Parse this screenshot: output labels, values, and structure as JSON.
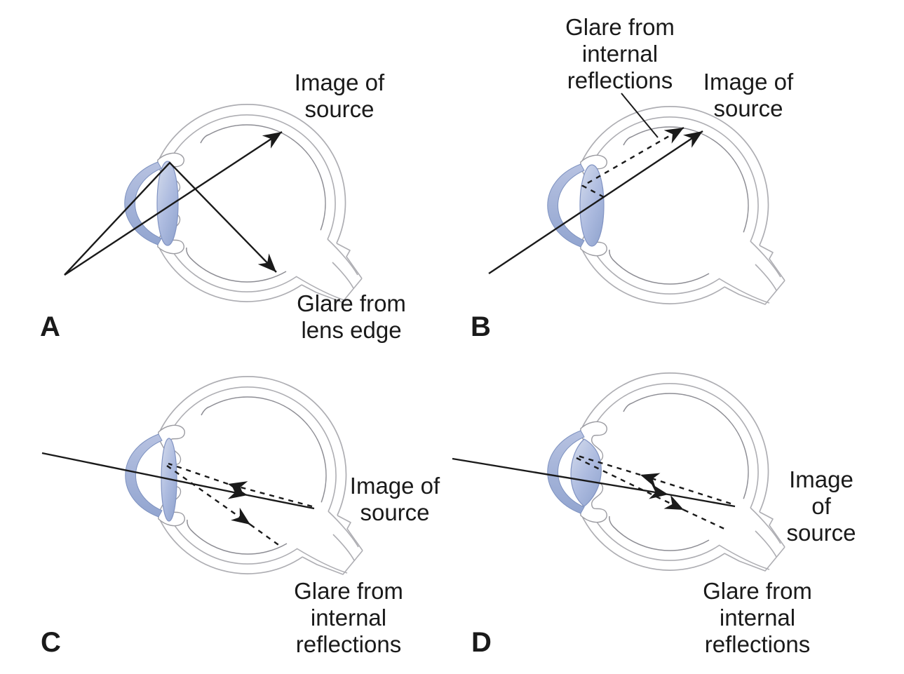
{
  "figure_title": "Glare from intraocular lens diagram (four-panel eye schematic)",
  "colors": {
    "background": "#ffffff",
    "text": "#1a1a1a",
    "eye_outline_gray": "#aeaeb3",
    "retina_gray": "#8d8d94",
    "cornea_fill_top": "#b7c2e1",
    "cornea_fill_bottom": "#92a5d0",
    "cornea_stroke": "#7e92c0",
    "lens_fill_light": "#d5dcec",
    "lens_fill_dark": "#93a6d0",
    "lens_stroke": "#8294c3",
    "ray_black": "#1a1a1a"
  },
  "panels": [
    {
      "letter": "A",
      "labels": [
        {
          "id": "image-of-source",
          "lines": [
            "Image of",
            "source"
          ]
        },
        {
          "id": "glare-from-lens-edge",
          "lines": [
            "Glare from",
            "lens edge"
          ]
        }
      ],
      "rays": [
        {
          "name": "ray-to-image-of-source",
          "style": "solid"
        },
        {
          "name": "ray-glare-from-lens-edge",
          "style": "solid"
        }
      ]
    },
    {
      "letter": "B",
      "labels": [
        {
          "id": "glare-from-internal-reflections",
          "lines": [
            "Glare from",
            "internal",
            "reflections"
          ]
        },
        {
          "id": "image-of-source",
          "lines": [
            "Image of",
            "source"
          ]
        }
      ],
      "rays": [
        {
          "name": "incident-ray-to-retina",
          "style": "solid"
        },
        {
          "name": "internal-reflection-ray",
          "style": "dashed"
        },
        {
          "name": "label-pointer-line",
          "style": "solid-thin"
        }
      ]
    },
    {
      "letter": "C",
      "labels": [
        {
          "id": "image-of-source",
          "lines": [
            "Image of",
            "source"
          ]
        },
        {
          "id": "glare-from-internal-reflections",
          "lines": [
            "Glare from",
            "internal",
            "reflections"
          ]
        }
      ],
      "rays": [
        {
          "name": "incident-ray-to-retina",
          "style": "solid"
        },
        {
          "name": "retina-back-reflection-ray",
          "style": "dashed"
        },
        {
          "name": "lens-re-reflection-ray",
          "style": "dashed"
        }
      ]
    },
    {
      "letter": "D",
      "labels": [
        {
          "id": "image-of-source",
          "lines": [
            "Image of",
            "source"
          ]
        },
        {
          "id": "glare-from-internal-reflections",
          "lines": [
            "Glare from",
            "internal",
            "reflections"
          ]
        }
      ],
      "rays": [
        {
          "name": "incident-ray-to-retina",
          "style": "solid"
        },
        {
          "name": "retina-back-reflection-ray",
          "style": "dashed"
        },
        {
          "name": "lens-re-reflection-ray",
          "style": "dashed"
        }
      ]
    }
  ]
}
